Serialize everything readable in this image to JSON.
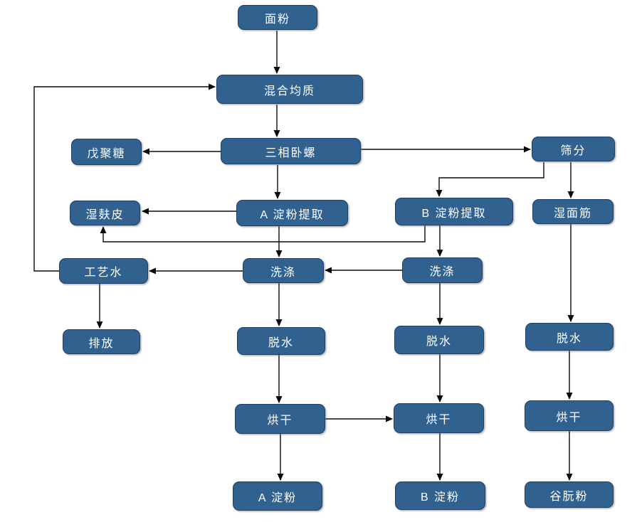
{
  "diagram": {
    "type": "flowchart",
    "background": "#FFFFFF",
    "colors": {
      "node_fill": "#31618F",
      "node_border": "#1F3E63",
      "node_text": "#FFFFFF",
      "connector": "#0A0A0A"
    },
    "nodes": [
      {
        "id": "flour",
        "label": "面粉"
      },
      {
        "id": "mixing-homogenization",
        "label": "混合均质"
      },
      {
        "id": "three-phase-decanter",
        "label": "三相卧螺"
      },
      {
        "id": "pentosan",
        "label": "戊聚糖"
      },
      {
        "id": "sieving",
        "label": "筛分"
      },
      {
        "id": "wet-bran",
        "label": "湿麸皮"
      },
      {
        "id": "a-starch-extraction",
        "label": "A 淀粉提取"
      },
      {
        "id": "b-starch-extraction",
        "label": "B 淀粉提取"
      },
      {
        "id": "wet-gluten",
        "label": "湿面筋"
      },
      {
        "id": "process-water",
        "label": "工艺水"
      },
      {
        "id": "washing-a",
        "label": "洗涤"
      },
      {
        "id": "washing-b",
        "label": "洗涤"
      },
      {
        "id": "discharge",
        "label": "排放"
      },
      {
        "id": "dewatering-a",
        "label": "脱水"
      },
      {
        "id": "dewatering-b",
        "label": "脱水"
      },
      {
        "id": "dewatering-gluten",
        "label": "脱水"
      },
      {
        "id": "drying-a",
        "label": "烘干"
      },
      {
        "id": "drying-b",
        "label": "烘干"
      },
      {
        "id": "drying-gluten",
        "label": "烘干"
      },
      {
        "id": "a-starch",
        "label": "A 淀粉"
      },
      {
        "id": "b-starch",
        "label": "B 淀粉"
      },
      {
        "id": "gluten-powder",
        "label": "谷朊粉"
      }
    ],
    "edges": [
      {
        "from": "flour",
        "to": "mixing-homogenization"
      },
      {
        "from": "mixing-homogenization",
        "to": "three-phase-decanter"
      },
      {
        "from": "three-phase-decanter",
        "to": "pentosan"
      },
      {
        "from": "three-phase-decanter",
        "to": "sieving"
      },
      {
        "from": "three-phase-decanter",
        "to": "a-starch-extraction"
      },
      {
        "from": "sieving",
        "to": "b-starch-extraction"
      },
      {
        "from": "sieving",
        "to": "wet-gluten"
      },
      {
        "from": "a-starch-extraction",
        "to": "wet-bran"
      },
      {
        "from": "a-starch-extraction",
        "to": "washing-a"
      },
      {
        "from": "b-starch-extraction",
        "to": "wet-bran"
      },
      {
        "from": "b-starch-extraction",
        "to": "washing-b"
      },
      {
        "from": "washing-b",
        "to": "washing-a"
      },
      {
        "from": "washing-a",
        "to": "process-water"
      },
      {
        "from": "washing-a",
        "to": "dewatering-a"
      },
      {
        "from": "washing-b",
        "to": "dewatering-b"
      },
      {
        "from": "process-water",
        "to": "mixing-homogenization"
      },
      {
        "from": "process-water",
        "to": "discharge"
      },
      {
        "from": "wet-gluten",
        "to": "dewatering-gluten"
      },
      {
        "from": "dewatering-a",
        "to": "drying-a"
      },
      {
        "from": "dewatering-b",
        "to": "drying-b"
      },
      {
        "from": "dewatering-gluten",
        "to": "drying-gluten"
      },
      {
        "from": "drying-a",
        "to": "drying-b"
      },
      {
        "from": "drying-a",
        "to": "a-starch"
      },
      {
        "from": "drying-b",
        "to": "b-starch"
      },
      {
        "from": "drying-gluten",
        "to": "gluten-powder"
      }
    ]
  }
}
